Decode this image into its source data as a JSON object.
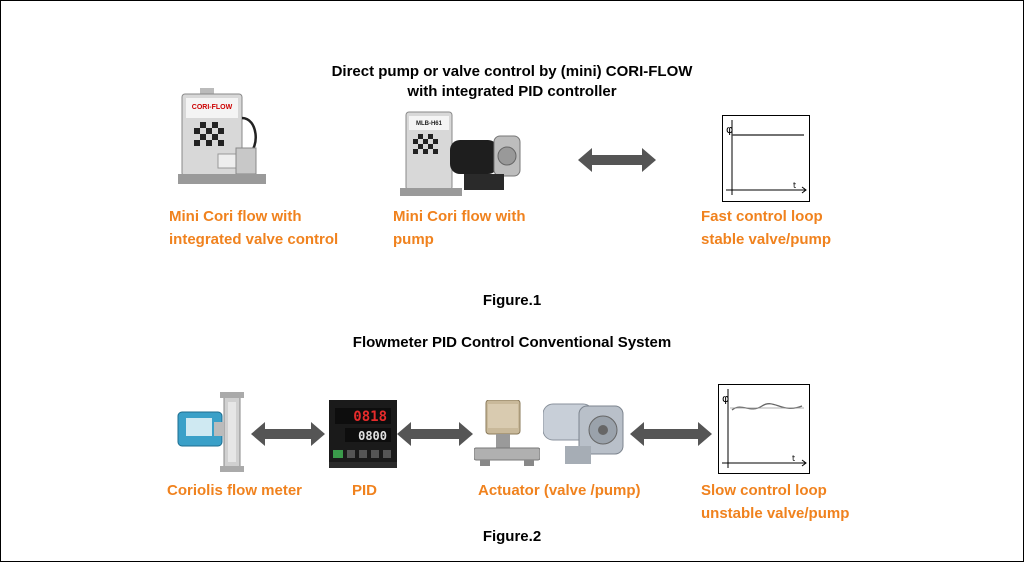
{
  "figure1": {
    "title_line1": "Direct pump or valve control by (mini) CORI-FLOW",
    "title_line2": "with integrated PID controller",
    "device1_brand": "CORI-FLOW",
    "device2_brand": "MLB-H61",
    "labels": {
      "mini_cori_valve_line1": "Mini Cori flow with",
      "mini_cori_valve_line2": "integrated valve control",
      "mini_cori_pump_line1": "Mini Cori flow with",
      "mini_cori_pump_line2": "pump",
      "fast_loop_line1": "Fast control loop",
      "fast_loop_line2": "stable valve/pump"
    },
    "caption": "Figure.1",
    "graph_axis_y": "φ",
    "graph_axis_x": "t"
  },
  "figure2": {
    "title": "Flowmeter PID Control Conventional System",
    "pid_display_top": "0818",
    "pid_display_bottom": "0800",
    "labels": {
      "coriolis": "Coriolis flow meter",
      "pid": "PID",
      "actuator": "Actuator (valve /pump)",
      "slow_loop_line1": "Slow control loop",
      "slow_loop_line2": "unstable valve/pump"
    },
    "caption": "Figure.2",
    "graph_axis_y": "φ",
    "graph_axis_x": "t"
  },
  "colors": {
    "label_orange": "#f0821e",
    "arrow_gray": "#555555"
  },
  "icons": {
    "arrow": "double-headed-arrow-icon",
    "graph_fast": "stable-response-graph-icon",
    "graph_slow": "oscillating-response-graph-icon"
  }
}
